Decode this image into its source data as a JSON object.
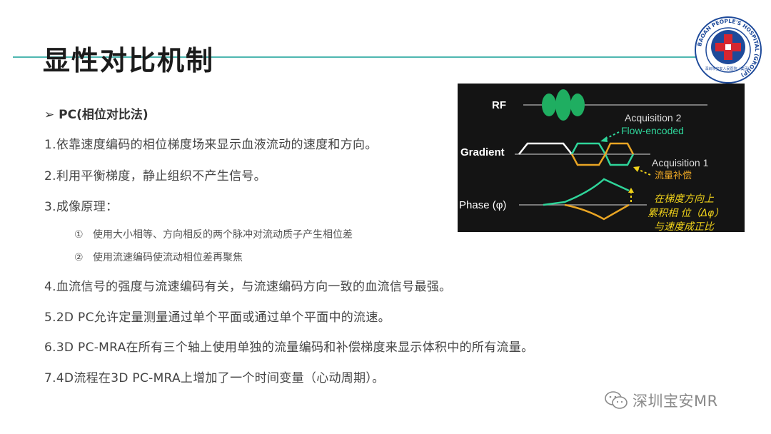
{
  "title": "显性对比机制",
  "logo": {
    "ring_text": "BAOAN PEOPLE'S HOSPITAL (GROUP)",
    "inner_text": "深圳市宝安人民医院（集团）",
    "colors": {
      "ring": "#1e4a9a",
      "cross": "#d62630"
    }
  },
  "content": {
    "heading_marker": "➢",
    "heading": "PC(相位对比法)",
    "items": [
      "1.依靠速度编码的相位梯度场来显示血液流动的速度和方向。",
      "2.利用平衡梯度，静止组织不产生信号。",
      "3.成像原理："
    ],
    "subitems": [
      {
        "num": "①",
        "text": "使用大小相等、方向相反的两个脉冲对流动质子产生相位差"
      },
      {
        "num": "②",
        "text": "使用流速编码使流动相位差再聚焦"
      }
    ],
    "items2": [
      "4.血流信号的强度与流速编码有关，与流速编码方向一致的血流信号最强。",
      "5.2D PC允许定量测量通过单个平面或通过单个平面中的流速。",
      "6.3D PC-MRA在所有三个轴上使用单独的流量编码和补偿梯度来显示体积中的所有流量。",
      "7.4D流程在3D PC-MRA上增加了一个时间变量（心动周期）。"
    ]
  },
  "diagram": {
    "rf_label": "RF",
    "gradient_label": "Gradient",
    "phase_label": "Phase (φ)",
    "acq2_label": "Acquisition 2",
    "acq2_sub": "Flow-encoded",
    "acq1_label": "Acquisition 1",
    "acq1_sub": "流量补偿",
    "note_lines": [
      "在梯度方向上",
      "累积相 位（Δφ）",
      "与速度成正比"
    ],
    "colors": {
      "green": "#2fd59a",
      "orange": "#e9a524",
      "note": "#f0d21a",
      "white": "#ffffff",
      "axis": "#9a9a9a"
    }
  },
  "watermark": {
    "text": "深圳宝安MR",
    "icon": "wechat-icon"
  }
}
